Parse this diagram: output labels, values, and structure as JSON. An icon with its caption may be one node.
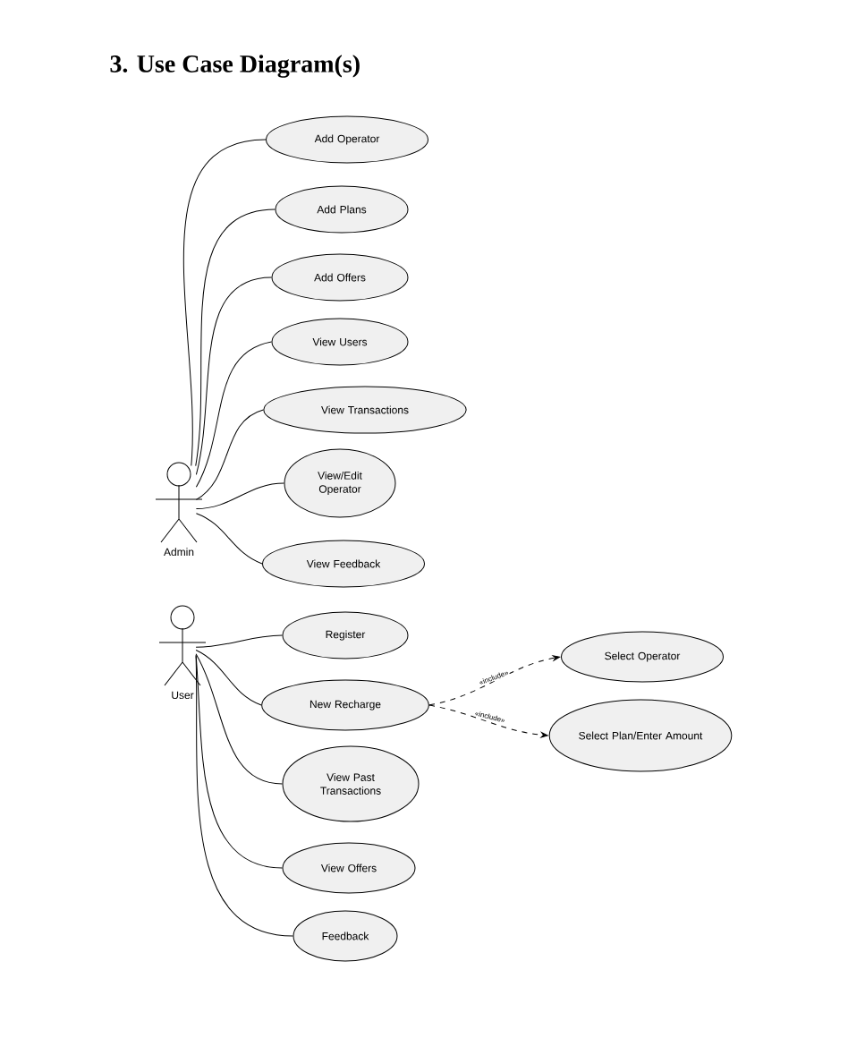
{
  "diagram": {
    "title": "3. Use Case Diagram(s)",
    "nodes": [
      {
        "text": [
          "Admin"
        ]
      },
      {
        "text": [
          "Add Operator"
        ]
      },
      {
        "text": [
          "Add Plans"
        ]
      },
      {
        "text": [
          "Add Offers"
        ]
      },
      {
        "text": [
          "View Users"
        ]
      },
      {
        "text": [
          "View Transactions"
        ]
      },
      {
        "text": [
          "View/Edit Operator"
        ]
      },
      {
        "text": [
          "View Feedback"
        ]
      },
      {
        "text": [
          "User"
        ]
      },
      {
        "text": [
          "Register"
        ]
      },
      {
        "text": [
          "New Recharge"
        ]
      },
      {
        "text": [
          "Select Operator"
        ]
      },
      {
        "text": [
          "Select Plan/Enter Amount"
        ]
      },
      {
        "text": [
          "View Past Transactions"
        ]
      },
      {
        "text": [
          "View Offers"
        ]
      },
      {
        "text": [
          "Feedback"
        ]
      }
    ],
    "edges": [
      {
        "from": 0,
        "to": 1,
        "arrow": "none"
      },
      {
        "from": 0,
        "to": 2,
        "arrow": "none"
      },
      {
        "from": 0,
        "to": 3,
        "arrow": "none"
      },
      {
        "from": 0,
        "to": 4,
        "arrow": "none"
      },
      {
        "from": 0,
        "to": 5,
        "arrow": "none"
      },
      {
        "from": 0,
        "to": 6,
        "arrow": "none"
      },
      {
        "from": 0,
        "to": 7,
        "arrow": "none"
      },
      {
        "from": 8,
        "to": 9,
        "arrow": "none"
      },
      {
        "from": 8,
        "to": 10,
        "arrow": "none"
      },
      {
        "from": 8,
        "to": 13,
        "arrow": "none"
      },
      {
        "from": 8,
        "to": 14,
        "arrow": "none"
      },
      {
        "from": 8,
        "to": 15,
        "arrow": "none"
      },
      {
        "from": 10,
        "to": 11,
        "arrow": "to",
        "label": "«include»",
        "style": "dashed"
      },
      {
        "from": 10,
        "to": 12,
        "arrow": "to",
        "label": "«include»",
        "style": "dashed"
      }
    ]
  }
}
